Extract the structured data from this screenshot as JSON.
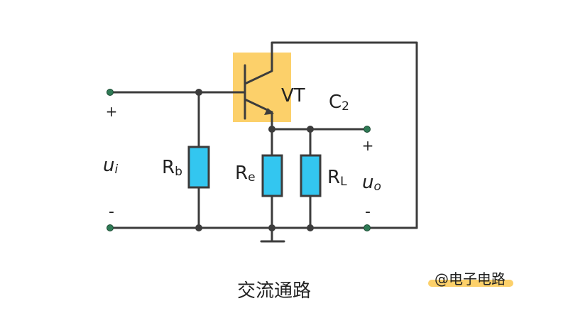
{
  "colors": {
    "wire": "#3c3c3c",
    "transistor_highlight": "#fcd06a",
    "resistor_fill": "#33c6f0",
    "terminal": "#2f7a55",
    "watermark_highlight": "#fcd06a"
  },
  "labels": {
    "transistor": "VT",
    "capacitor_main": "C",
    "capacitor_sub": "2",
    "rb_main": "R",
    "rb_sub": "b",
    "re_main": "R",
    "re_sub": "e",
    "rl_main": "R",
    "rl_sub": "L",
    "input_main": "u",
    "input_sub": "i",
    "output_main": "u",
    "output_sub": "o",
    "input_plus": "+",
    "input_minus": "-",
    "output_plus": "+",
    "output_minus": "-"
  },
  "caption": "交流通路",
  "watermark": "@电子电路"
}
